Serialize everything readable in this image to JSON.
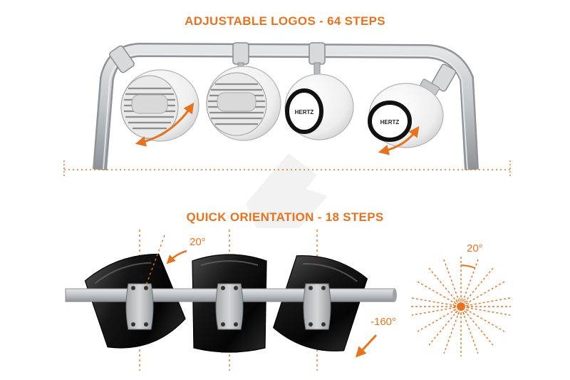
{
  "sections": {
    "top_title": "ADJUSTABLE LOGOS - 64 STEPS",
    "bottom_title": "QUICK ORIENTATION - 18 STEPS"
  },
  "speaker_logo": "HERTZ",
  "angles": {
    "tilt_label": "20°",
    "dial_label": "20°",
    "rotate_label": "-160°"
  },
  "colors": {
    "accent": "#e8731e",
    "bar": "#b9bcc0",
    "speaker_white": "#f2f2f2",
    "speaker_black": "#151515",
    "text_dark": "#333333"
  },
  "icons": {
    "watermark": "logo-watermark"
  }
}
